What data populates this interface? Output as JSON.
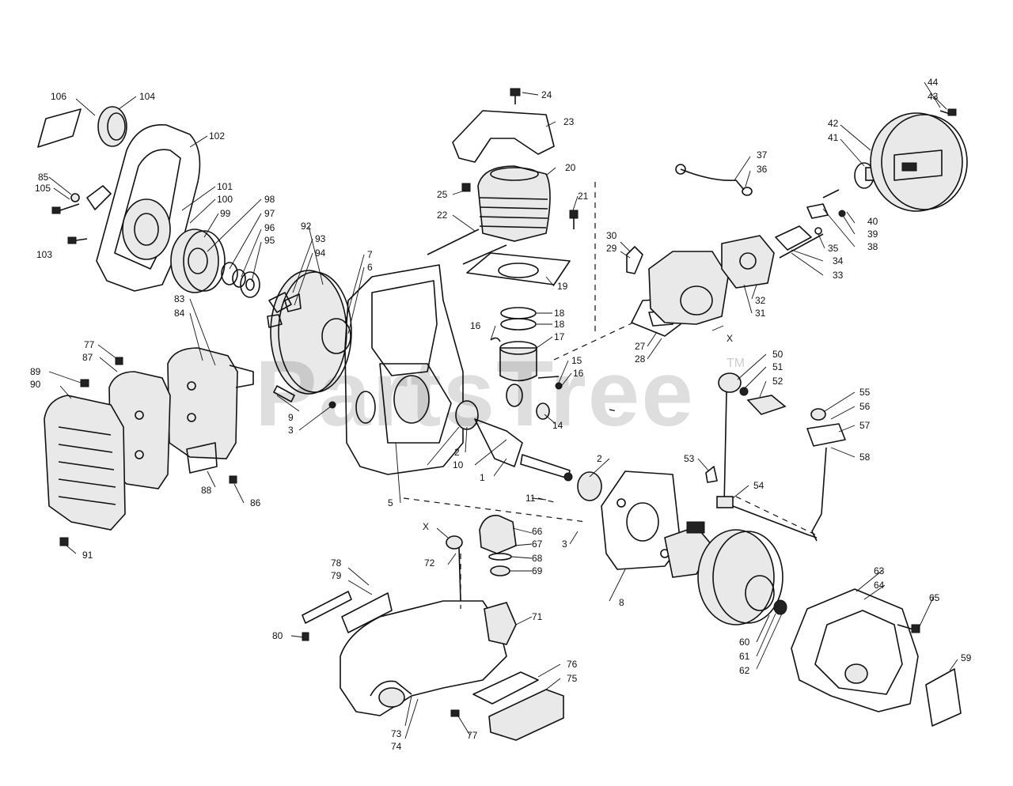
{
  "watermark": {
    "text": "PartsTree",
    "trademark": "TM"
  },
  "labels": {
    "p1": "1",
    "p2a": "2",
    "p2b": "2",
    "p3a": "3",
    "p3b": "3",
    "p5": "5",
    "p6": "6",
    "p7": "7",
    "p8": "8",
    "p9": "9",
    "p10": "10",
    "p11": "11",
    "p14": "14",
    "p15": "15",
    "p16a": "16",
    "p16b": "16",
    "p17": "17",
    "p18a": "18",
    "p18b": "18",
    "p19": "19",
    "p20": "20",
    "p21": "21",
    "p22": "22",
    "p23": "23",
    "p24": "24",
    "p25": "25",
    "p27": "27",
    "p28": "28",
    "p29": "29",
    "p30": "30",
    "p31": "31",
    "p32": "32",
    "p33": "33",
    "p34": "34",
    "p35": "35",
    "p36": "36",
    "p37": "37",
    "p38": "38",
    "p39": "39",
    "p40": "40",
    "p41": "41",
    "p42": "42",
    "p43": "43",
    "p44": "44",
    "p50": "50",
    "p51": "51",
    "p52": "52",
    "p53": "53",
    "p54": "54",
    "p55": "55",
    "p56": "56",
    "p57": "57",
    "p58": "58",
    "p59": "59",
    "p60": "60",
    "p61": "61",
    "p62": "62",
    "p63": "63",
    "p64": "64",
    "p65": "65",
    "p66": "66",
    "p67": "67",
    "p68": "68",
    "p69": "69",
    "p71": "71",
    "p72": "72",
    "p73": "73",
    "p74": "74",
    "p75": "75",
    "p76": "76",
    "p77a": "77",
    "p77b": "77",
    "p78": "78",
    "p79": "79",
    "p80": "80",
    "p83": "83",
    "p84": "84",
    "p85": "85",
    "p86": "86",
    "p87": "87",
    "p88": "88",
    "p89": "89",
    "p90": "90",
    "p91": "91",
    "p92": "92",
    "p93": "93",
    "p94": "94",
    "p95": "95",
    "p96": "96",
    "p97": "97",
    "p98": "98",
    "p99": "99",
    "p100": "100",
    "p101": "101",
    "p102": "102",
    "p103": "103",
    "p104": "104",
    "p105": "105",
    "p106": "106",
    "xa": "X",
    "xb": "X"
  }
}
